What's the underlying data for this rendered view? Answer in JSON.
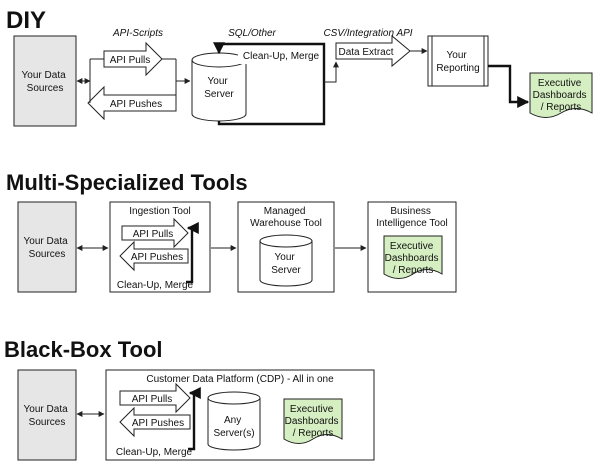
{
  "colors": {
    "source_fill": "#e6e6e6",
    "report_fill": "#d6efc2",
    "stroke": "#222222"
  },
  "diy": {
    "title": "DIY",
    "sources": [
      "Your Data",
      "Sources"
    ],
    "api_scripts": "API-Scripts",
    "api_pulls": "API Pulls",
    "api_pushes": "API Pushes",
    "server": [
      "Your",
      "Server"
    ],
    "sql_other": "SQL/Other",
    "cleanup": "Clean-Up, Merge",
    "csv_api": "CSV/Integration API",
    "extract": "Data Extract",
    "reporting": [
      "Your",
      "Reporting"
    ],
    "dashboards": [
      "Executive",
      "Dashboards",
      "/ Reports"
    ]
  },
  "multi": {
    "title": "Multi-Specialized Tools",
    "sources": [
      "Your Data",
      "Sources"
    ],
    "ingestion": "Ingestion Tool",
    "api_pulls": "API Pulls",
    "api_pushes": "API Pushes",
    "cleanup": "Clean-Up, Merge",
    "warehouse": [
      "Managed",
      "Warehouse Tool"
    ],
    "server": [
      "Your",
      "Server"
    ],
    "bi": [
      "Business",
      "Intelligence Tool"
    ],
    "dashboards": [
      "Executive",
      "Dashboards",
      "/ Reports"
    ]
  },
  "blackbox": {
    "title": "Black-Box Tool",
    "sources": [
      "Your Data",
      "Sources"
    ],
    "cdp": "Customer Data Platform (CDP) - All in one",
    "api_pulls": "API Pulls",
    "api_pushes": "API Pushes",
    "cleanup": "Clean-Up, Merge",
    "server": [
      "Any",
      "Server(s)"
    ],
    "dashboards": [
      "Executive",
      "Dashboards",
      "/ Reports"
    ]
  }
}
